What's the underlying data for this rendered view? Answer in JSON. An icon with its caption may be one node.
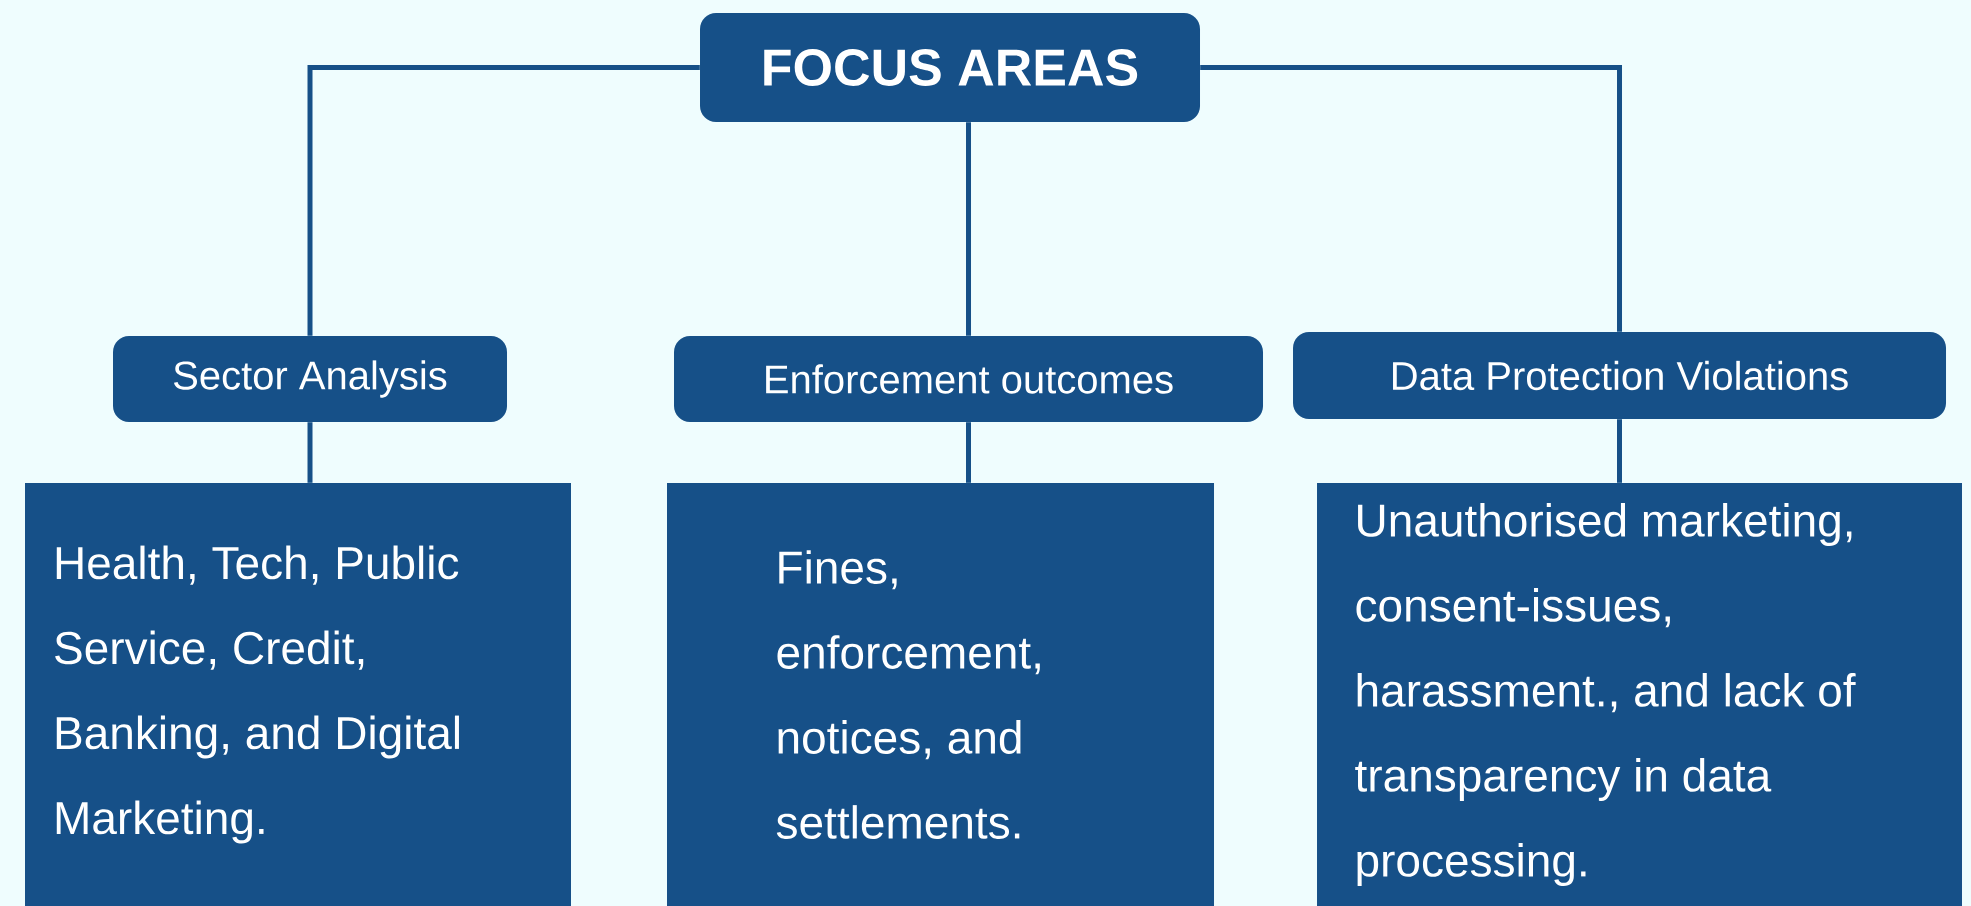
{
  "diagram": {
    "nodes": [
      {
        "text": [
          "FOCUS AREAS"
        ]
      },
      {
        "text": [
          "Sector Analysis"
        ]
      },
      {
        "text": [
          "Enforcement outcomes"
        ]
      },
      {
        "text": [
          "Data Protection Violations"
        ]
      },
      {
        "text": [
          "Health, Tech, Public Service, Credit, Banking, and Digital Marketing."
        ]
      },
      {
        "text": [
          "Fines, enforcement, notices, and settlements."
        ]
      },
      {
        "text": [
          "Unauthorised marketing, consent-issues, harassment., and lack of transparency in data processing."
        ]
      }
    ],
    "edges": [
      {
        "from": 0,
        "to": 1,
        "arrow": "none"
      },
      {
        "from": 1,
        "to": 4,
        "arrow": "none"
      },
      {
        "from": 0,
        "to": 2,
        "arrow": "none"
      },
      {
        "from": 2,
        "to": 5,
        "arrow": "none"
      },
      {
        "from": 0,
        "to": 3,
        "arrow": "none"
      },
      {
        "from": 3,
        "to": 6,
        "arrow": "none"
      }
    ]
  }
}
